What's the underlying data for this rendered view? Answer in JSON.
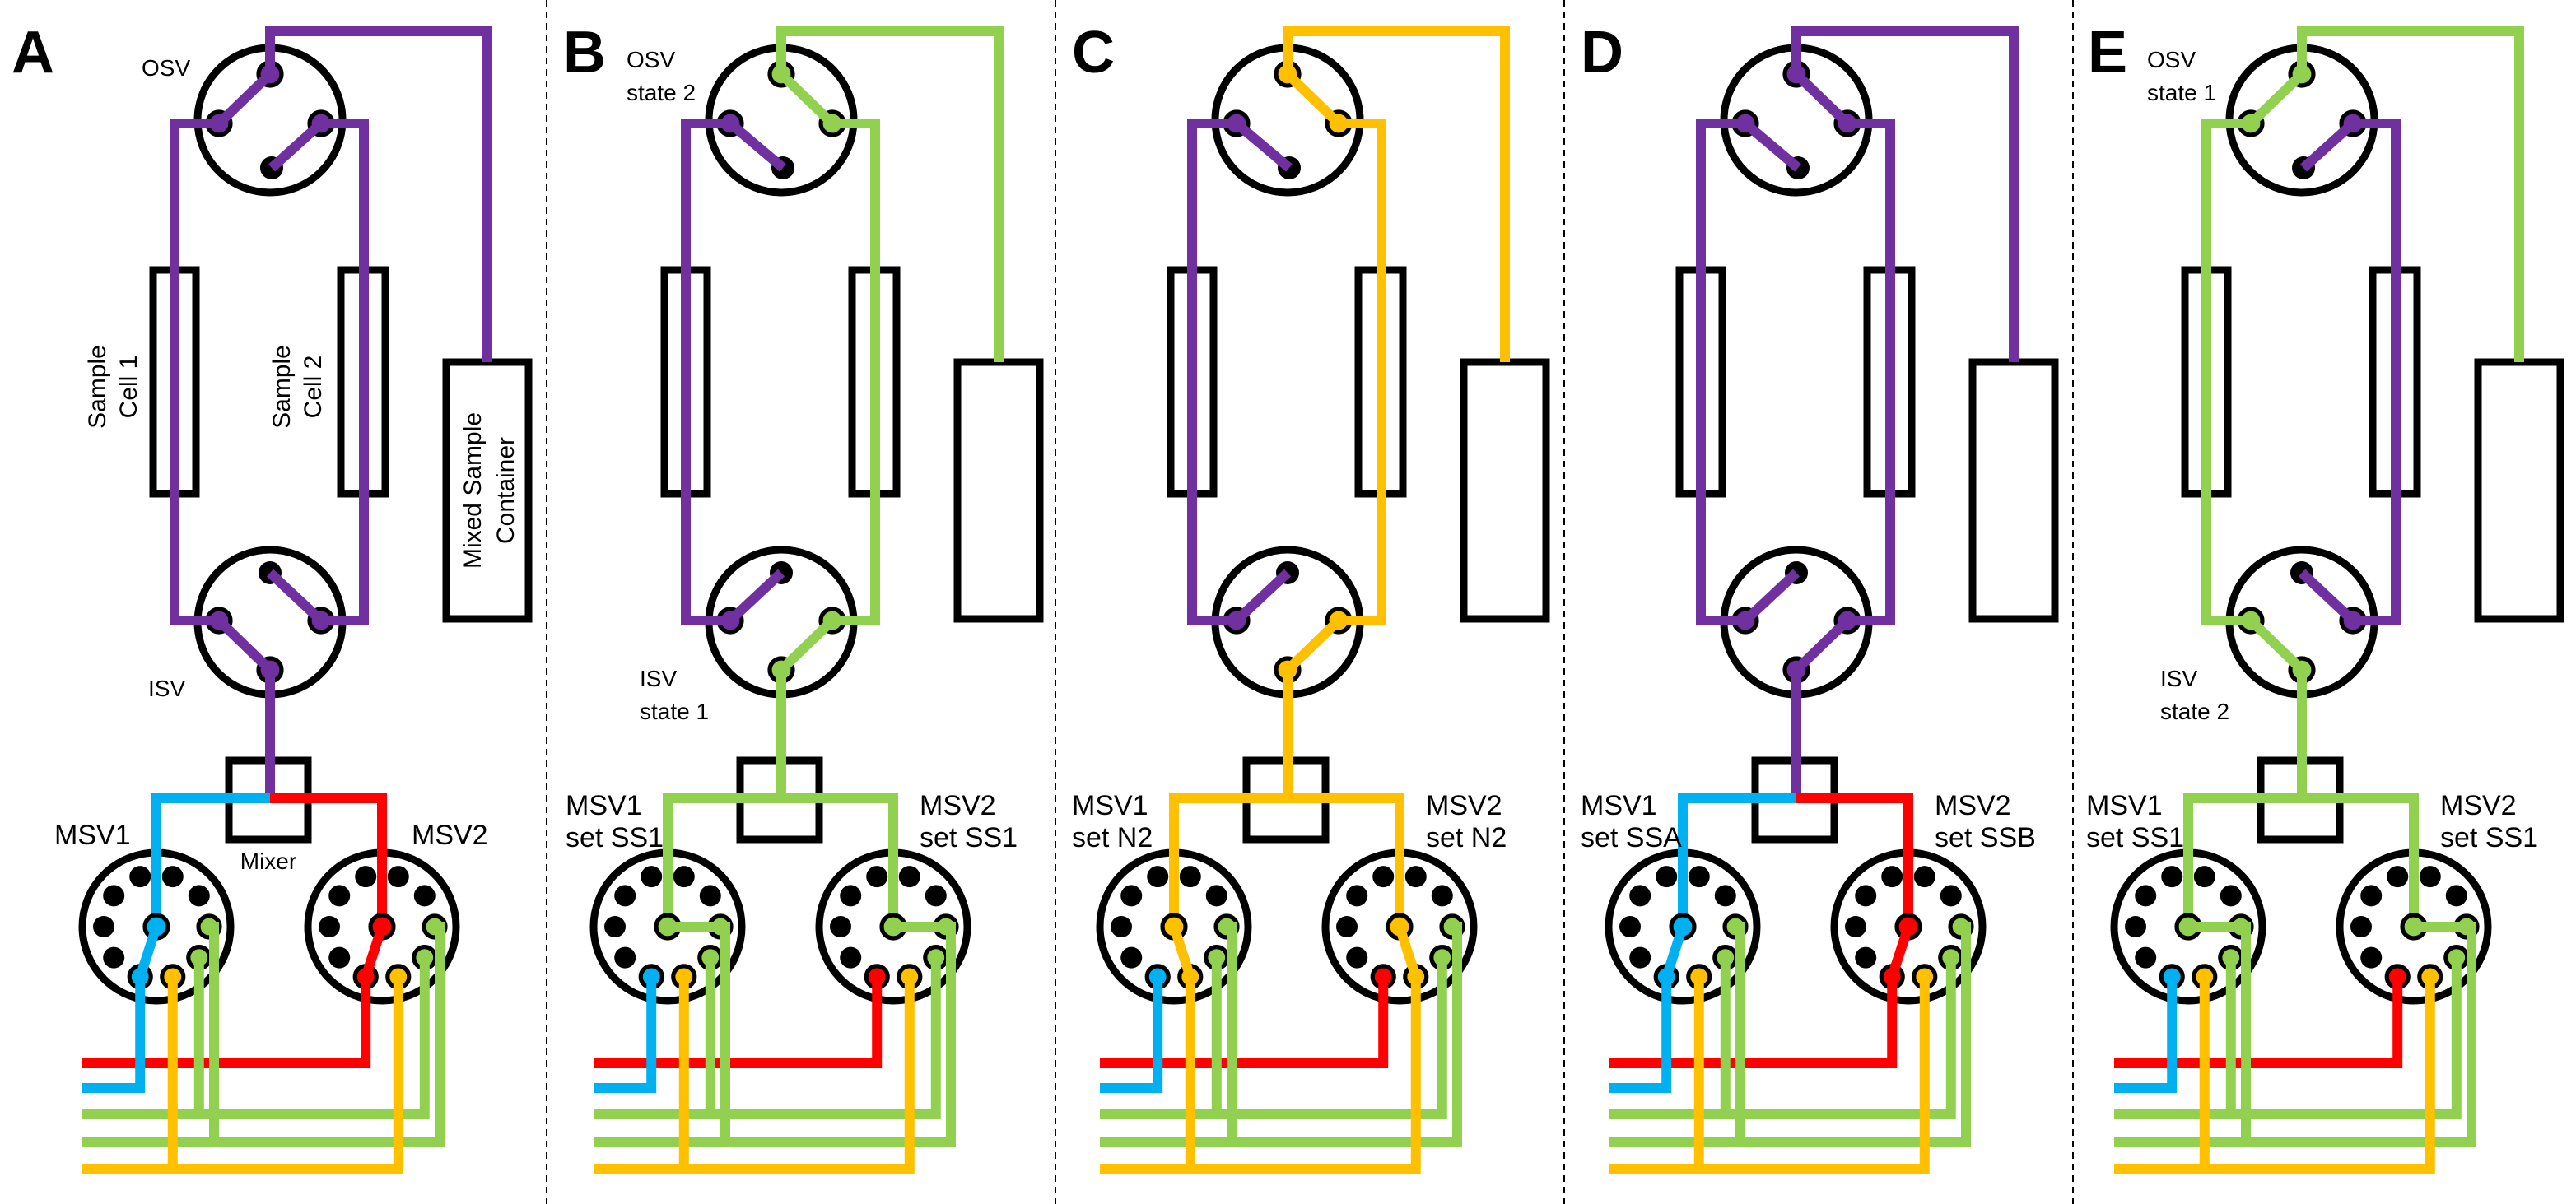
{
  "colors": {
    "purple": "#7030A0",
    "green": "#92D050",
    "yellow": "#FFC000",
    "blue": "#00B0F0",
    "red": "#FF0000",
    "outline": "#000000"
  },
  "panels": [
    {
      "letter": "A",
      "osv_label": [
        "OSV"
      ],
      "isv_label": [
        "ISV"
      ],
      "msv1_label": [
        "MSV1"
      ],
      "msv2_label": [
        "MSV2"
      ],
      "mixer_label": "Mixer",
      "cell1_label": [
        "Sample",
        "Cell 1"
      ],
      "cell2_label": [
        "Sample",
        "Cell 2"
      ],
      "container_label": [
        "Mixed Sample",
        "Container"
      ],
      "osv_state": 1,
      "isv_state": 2,
      "left_rail": "purple",
      "right_rail": "purple",
      "container_line": "purple",
      "isv_out": "purple",
      "mixer_left": "blue",
      "mixer_right": "red",
      "msv1_port": "bottom-left",
      "msv2_port": "bottom-left"
    },
    {
      "letter": "B",
      "osv_label": [
        "OSV",
        "state 2"
      ],
      "isv_label": [
        "ISV",
        "state 1"
      ],
      "msv1_label": [
        "MSV1",
        "set SS1"
      ],
      "msv2_label": [
        "MSV2",
        "set SS1"
      ],
      "osv_state": 2,
      "isv_state": 1,
      "left_rail": "purple",
      "right_rail": "green",
      "container_line": "green",
      "isv_out": "green",
      "mixer_left": "green",
      "mixer_right": "green",
      "msv1_port": "right",
      "msv2_port": "right"
    },
    {
      "letter": "C",
      "msv1_label": [
        "MSV1",
        "set N2"
      ],
      "msv2_label": [
        "MSV2",
        "set N2"
      ],
      "osv_state": 2,
      "isv_state": 1,
      "left_rail": "purple",
      "right_rail": "yellow",
      "container_line": "yellow",
      "isv_out": "yellow",
      "mixer_left": "yellow",
      "mixer_right": "yellow",
      "msv1_port": "bottom-right",
      "msv2_port": "bottom-right"
    },
    {
      "letter": "D",
      "msv1_label": [
        "MSV1",
        "set SSA"
      ],
      "msv2_label": [
        "MSV2",
        "set SSB"
      ],
      "osv_state": 2,
      "isv_state": 1,
      "left_rail": "purple",
      "right_rail": "purple",
      "container_line": "purple",
      "isv_out": "purple",
      "mixer_left": "blue",
      "mixer_right": "red",
      "msv1_port": "bottom-left",
      "msv2_port": "bottom-left"
    },
    {
      "letter": "E",
      "osv_label": [
        "OSV",
        "state 1"
      ],
      "isv_label": [
        "ISV",
        "state 2"
      ],
      "msv1_label": [
        "MSV1",
        "set SS1"
      ],
      "msv2_label": [
        "MSV2",
        "set SS1"
      ],
      "osv_state": 1,
      "isv_state": 2,
      "left_rail": "green",
      "right_rail": "purple",
      "container_line": "green",
      "isv_out": "green",
      "mixer_left": "green",
      "mixer_right": "green",
      "msv1_port": "right",
      "msv2_port": "right"
    }
  ]
}
